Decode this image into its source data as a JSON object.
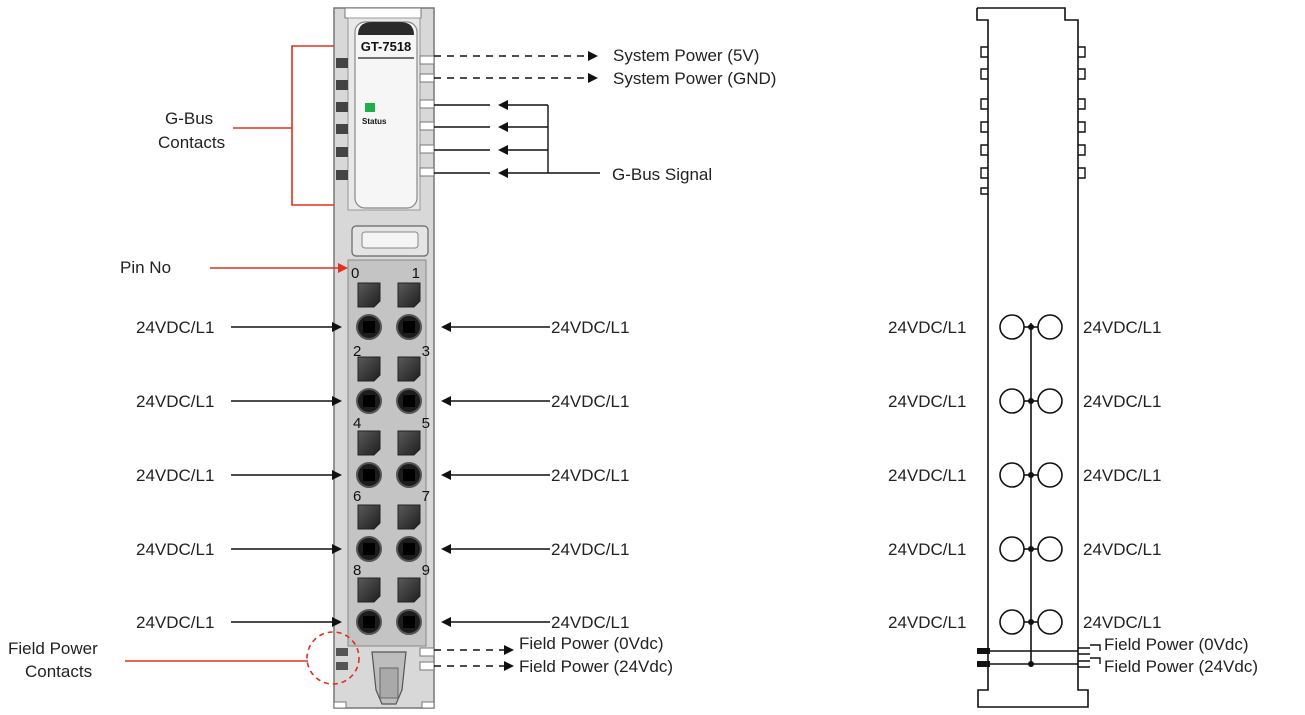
{
  "module": {
    "model": "GT-7518",
    "status_label": "Status",
    "status_led_color": "#1fae4b"
  },
  "left_labels": {
    "gbus_contacts_line1": "G-Bus",
    "gbus_contacts_line2": "Contacts",
    "pin_no": "Pin No",
    "field_power_contacts_line1": "Field Power",
    "field_power_contacts_line2": "Contacts"
  },
  "right_labels": {
    "system_power_5v": "System Power (5V)",
    "system_power_gnd": "System Power (GND)",
    "gbus_signal": "G-Bus Signal",
    "field_power_0vdc": "Field Power (0Vdc)",
    "field_power_24vdc": "Field Power (24Vdc)"
  },
  "pin_numbers": [
    "0",
    "1",
    "2",
    "3",
    "4",
    "5",
    "6",
    "7",
    "8",
    "9"
  ],
  "terminal_rows": [
    {
      "left": "24VDC/L1",
      "right": "24VDC/L1"
    },
    {
      "left": "24VDC/L1",
      "right": "24VDC/L1"
    },
    {
      "left": "24VDC/L1",
      "right": "24VDC/L1"
    },
    {
      "left": "24VDC/L1",
      "right": "24VDC/L1"
    },
    {
      "left": "24VDC/L1",
      "right": "24VDC/L1"
    }
  ],
  "schematic": {
    "rows": [
      {
        "left": "24VDC/L1",
        "right": "24VDC/L1"
      },
      {
        "left": "24VDC/L1",
        "right": "24VDC/L1"
      },
      {
        "left": "24VDC/L1",
        "right": "24VDC/L1"
      },
      {
        "left": "24VDC/L1",
        "right": "24VDC/L1"
      },
      {
        "left": "24VDC/L1",
        "right": "24VDC/L1"
      }
    ],
    "field_power_0vdc": "Field Power (0Vdc)",
    "field_power_24vdc": "Field Power (24Vdc)"
  },
  "colors": {
    "callout_red": "#e0301e",
    "module_grey": "#c9c9c9",
    "terminal_dark": "#2b2b2b"
  }
}
